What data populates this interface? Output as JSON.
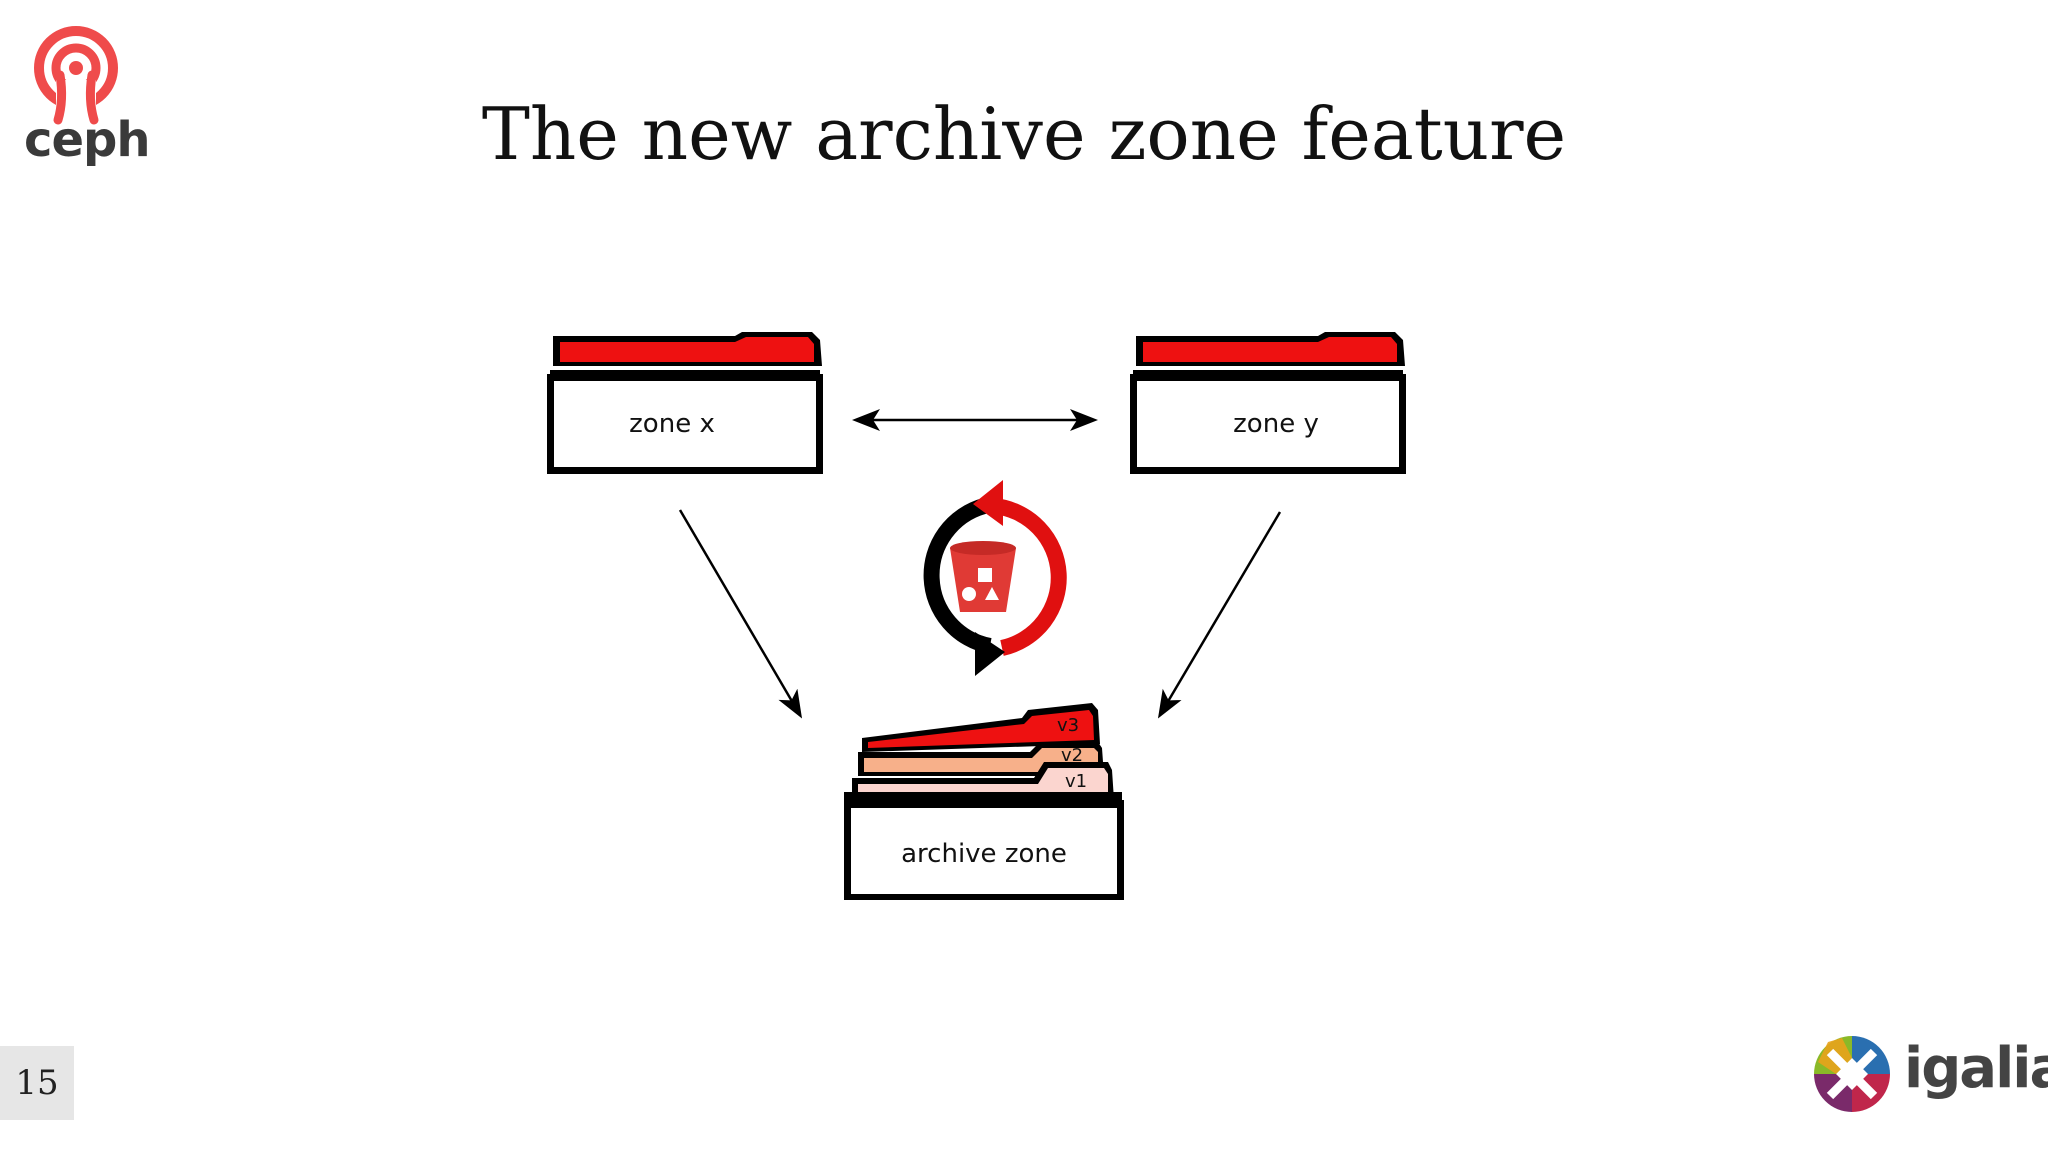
{
  "slide": {
    "title": "The new archive zone feature",
    "number": "15"
  },
  "logos": {
    "left_brand": "ceph",
    "left_icon": "ceph-logo-icon",
    "right_brand": "igalia",
    "right_icon": "igalia-logo-icon"
  },
  "diagram": {
    "zone_x": "zone x",
    "zone_y": "zone y",
    "archive_zone": "archive zone",
    "versions": [
      "v3",
      "v2",
      "v1"
    ],
    "sync_icon": "sync-bucket-icon"
  },
  "colors": {
    "accent_red": "#ee1111",
    "ceph_red": "#ef4b4b",
    "version_orange": "#f7b08a",
    "version_pink": "#fbd5cf",
    "outline": "#000000",
    "bucket_red": "#e03a35"
  }
}
